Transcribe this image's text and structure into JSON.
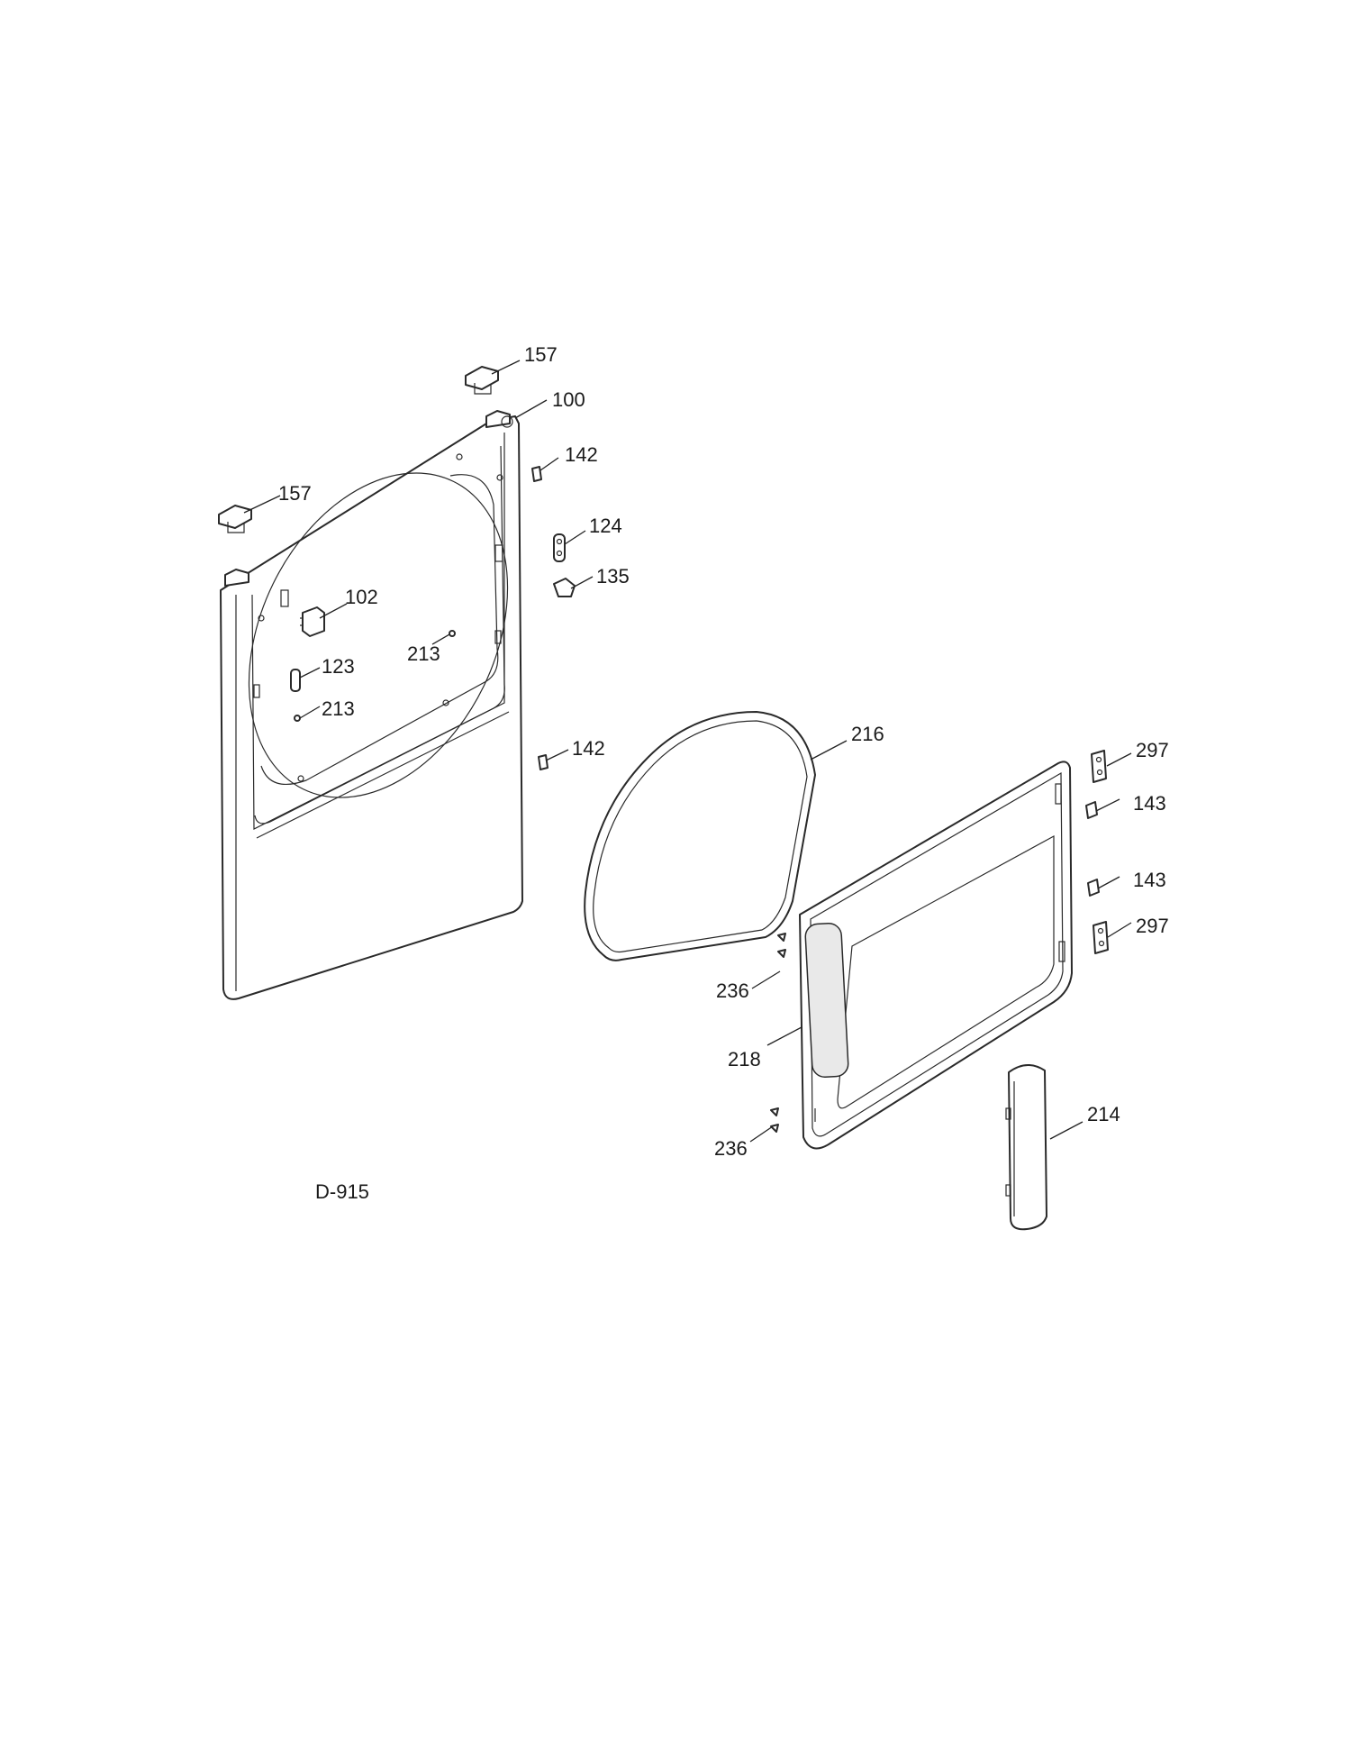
{
  "diagram_id": "D-915",
  "callouts": {
    "c157a": "157",
    "c100": "100",
    "c142a": "142",
    "c157b": "157",
    "c124": "124",
    "c135": "135",
    "c102": "102",
    "c213a": "213",
    "c123": "123",
    "c213b": "213",
    "c142b": "142",
    "c216": "216",
    "c297a": "297",
    "c143a": "143",
    "c143b": "143",
    "c297b": "297",
    "c236a": "236",
    "c218": "218",
    "c214": "214",
    "c236b": "236"
  }
}
